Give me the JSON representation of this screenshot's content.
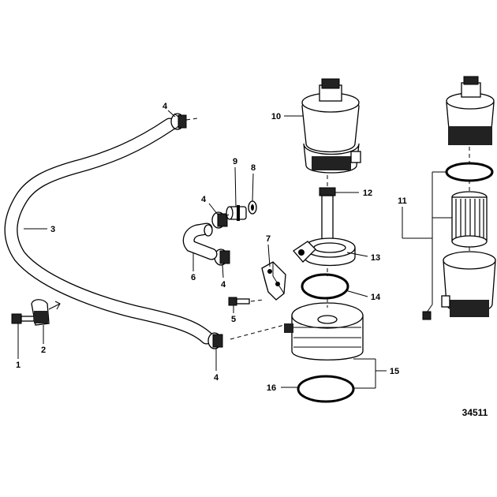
{
  "diagram": {
    "figure_number": "34511",
    "callouts": [
      {
        "id": "c1",
        "label": "1"
      },
      {
        "id": "c2",
        "label": "2"
      },
      {
        "id": "c3",
        "label": "3"
      },
      {
        "id": "c4a",
        "label": "4"
      },
      {
        "id": "c4b",
        "label": "4"
      },
      {
        "id": "c4c",
        "label": "4"
      },
      {
        "id": "c4d",
        "label": "4"
      },
      {
        "id": "c5",
        "label": "5"
      },
      {
        "id": "c6",
        "label": "6"
      },
      {
        "id": "c7",
        "label": "7"
      },
      {
        "id": "c8",
        "label": "8"
      },
      {
        "id": "c9",
        "label": "9"
      },
      {
        "id": "c10",
        "label": "10"
      },
      {
        "id": "c11",
        "label": "11"
      },
      {
        "id": "c12",
        "label": "12"
      },
      {
        "id": "c13",
        "label": "13"
      },
      {
        "id": "c14",
        "label": "14"
      },
      {
        "id": "c15",
        "label": "15"
      },
      {
        "id": "c16",
        "label": "16"
      }
    ]
  }
}
